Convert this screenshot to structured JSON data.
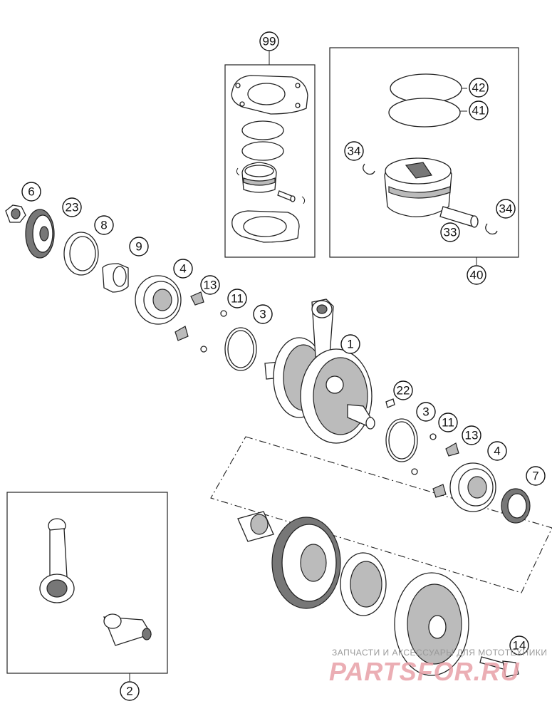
{
  "callouts": [
    "99",
    "42",
    "41",
    "34",
    "34",
    "33",
    "40",
    "6",
    "23",
    "8",
    "9",
    "4",
    "13",
    "11",
    "3",
    "1",
    "22",
    "3",
    "11",
    "13",
    "4",
    "7",
    "2",
    "14"
  ],
  "watermark": {
    "caption": "ЗАПЧАСТИ И АКСЕССУАРЫ ДЛЯ МОТОТЕХНИКИ",
    "logo": "PARTSFOR.RU"
  }
}
